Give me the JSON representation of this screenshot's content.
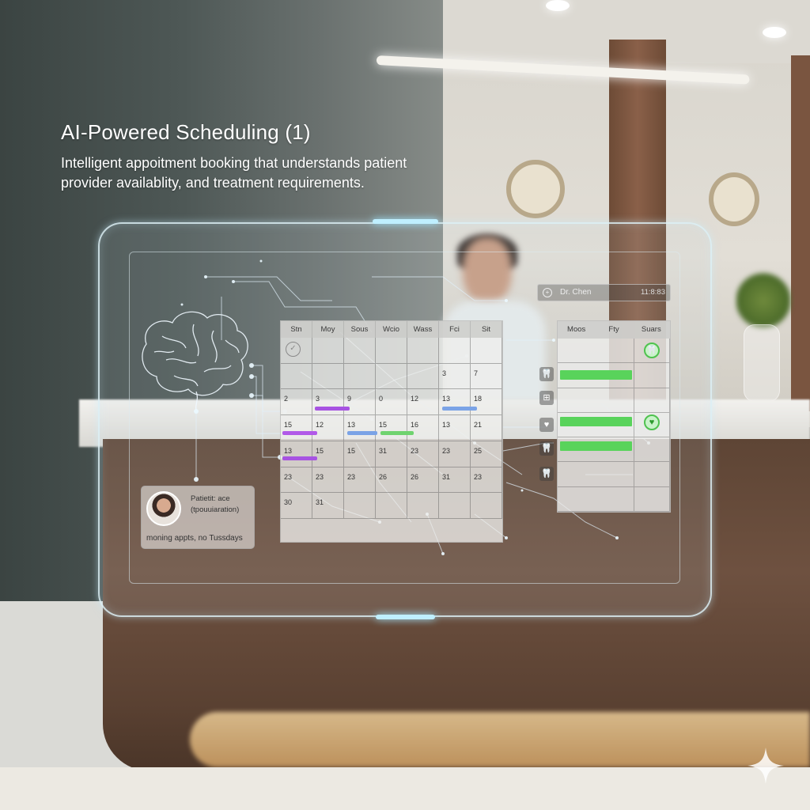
{
  "headline": {
    "title": "AI-Powered Scheduling (1)",
    "line1": "Intelligent appoitment booking that understands patient",
    "line2": "provider availablity, and treatment requirements."
  },
  "calendar": {
    "weekdays": [
      "Stn",
      "Moy",
      "Sous",
      "Wcio",
      "Wass",
      "Fci",
      "Sit"
    ],
    "rows": [
      [
        "",
        "",
        "",
        "",
        "",
        "",
        ""
      ],
      [
        "",
        "",
        "",
        "",
        "",
        "3",
        "7"
      ],
      [
        "2",
        "3",
        "9",
        "0",
        "12",
        "13",
        "18"
      ],
      [
        "15",
        "12",
        "13",
        "15",
        "16",
        "13",
        "21"
      ],
      [
        "13",
        "15",
        "15",
        "31",
        "23",
        "23",
        "25"
      ],
      [
        "23",
        "23",
        "23",
        "26",
        "26",
        "31",
        "23"
      ],
      [
        "30",
        "31",
        "",
        "",
        "",
        "",
        ""
      ]
    ],
    "appointments": [
      {
        "color": "#a753e2"
      },
      {
        "color": "#7ba3e6"
      },
      {
        "color": "#b159e8"
      },
      {
        "color": "#7ba3e6"
      },
      {
        "color": "#6fd36f"
      },
      {
        "color": "#a753e2"
      }
    ]
  },
  "provider": {
    "name": "Dr. Chen",
    "code": "11:8:83",
    "columns": [
      "Moos",
      "Fty",
      "Suars"
    ]
  },
  "patient": {
    "title": "Patietit: ace",
    "subtitle": "(tpouuiaration)",
    "preference": "moning appts, no Tussdays"
  },
  "icons": {
    "brain": "brain-icon",
    "tooth": "tooth-icon",
    "calendar_check": "check-circle-icon",
    "heart": "heart-icon",
    "sparkle": "sparkle-icon"
  },
  "colors": {
    "appointment_green": "#59d35b",
    "appointment_purple": "#a753e2",
    "appointment_blue": "#7ba3e6",
    "hologram_glow": "#bfefff"
  }
}
